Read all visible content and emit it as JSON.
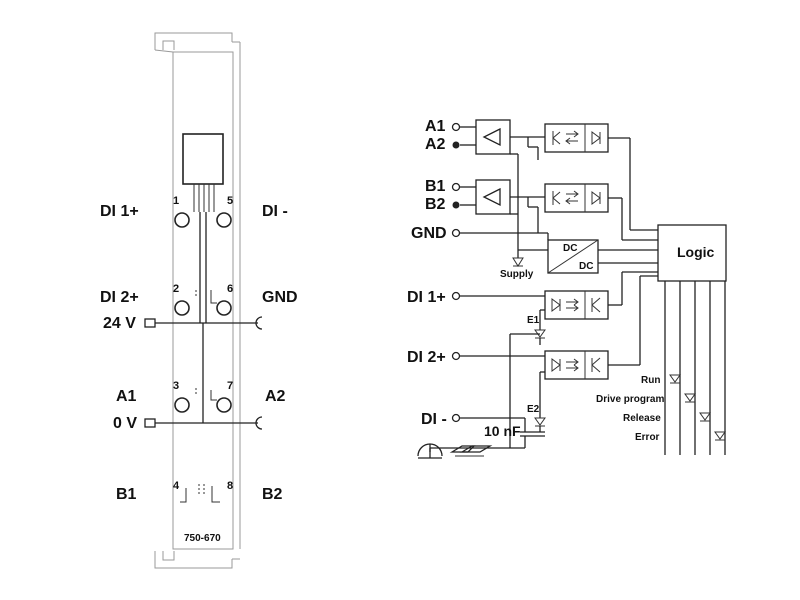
{
  "module": {
    "part_number": "750-670",
    "pin_numbers": [
      "1",
      "5",
      "2",
      "6",
      "3",
      "7",
      "4",
      "8"
    ],
    "left_labels": {
      "di1_plus": "DI 1+",
      "di2_plus": "DI 2+",
      "v24": "24 V",
      "a1": "A1",
      "v0": "0 V",
      "b1": "B1"
    },
    "right_labels": {
      "di_minus": "DI -",
      "gnd": "GND",
      "a2": "A2",
      "b2": "B2"
    }
  },
  "schematic": {
    "inputs": {
      "a1": "A1",
      "a2": "A2",
      "b1": "B1",
      "b2": "B2",
      "gnd": "GND",
      "di1_plus": "DI 1+",
      "di2_plus": "DI 2+",
      "di_minus": "DI -"
    },
    "supply_label": "Supply",
    "dcdc_top": "DC",
    "dcdc_bottom": "DC",
    "logic_label": "Logic",
    "e1_label": "E1",
    "e2_label": "E2",
    "capacitor_label": "10 nF",
    "leds": [
      "Run",
      "Drive program",
      "Release",
      "Error"
    ]
  }
}
